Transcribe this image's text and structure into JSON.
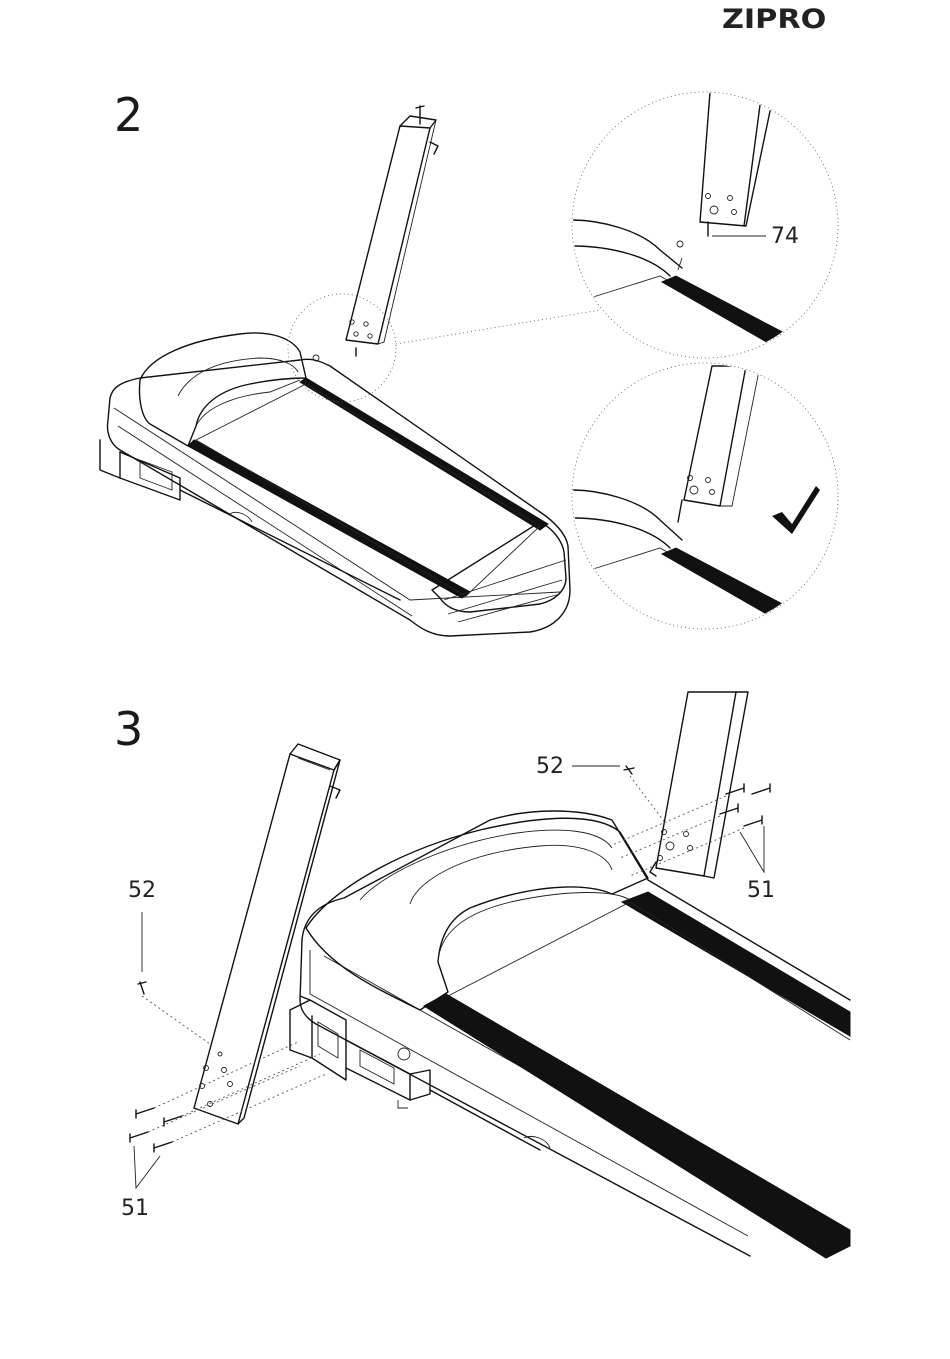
{
  "header": {
    "brand": "ZIPRO"
  },
  "steps": [
    {
      "number": "2",
      "callouts": [
        {
          "label": "74"
        }
      ],
      "confirm_icon": "checkmark-icon"
    },
    {
      "number": "3",
      "callouts": [
        {
          "label": "52",
          "side": "left"
        },
        {
          "label": "51",
          "side": "left"
        },
        {
          "label": "52",
          "side": "right"
        },
        {
          "label": "51",
          "side": "right"
        }
      ]
    }
  ]
}
